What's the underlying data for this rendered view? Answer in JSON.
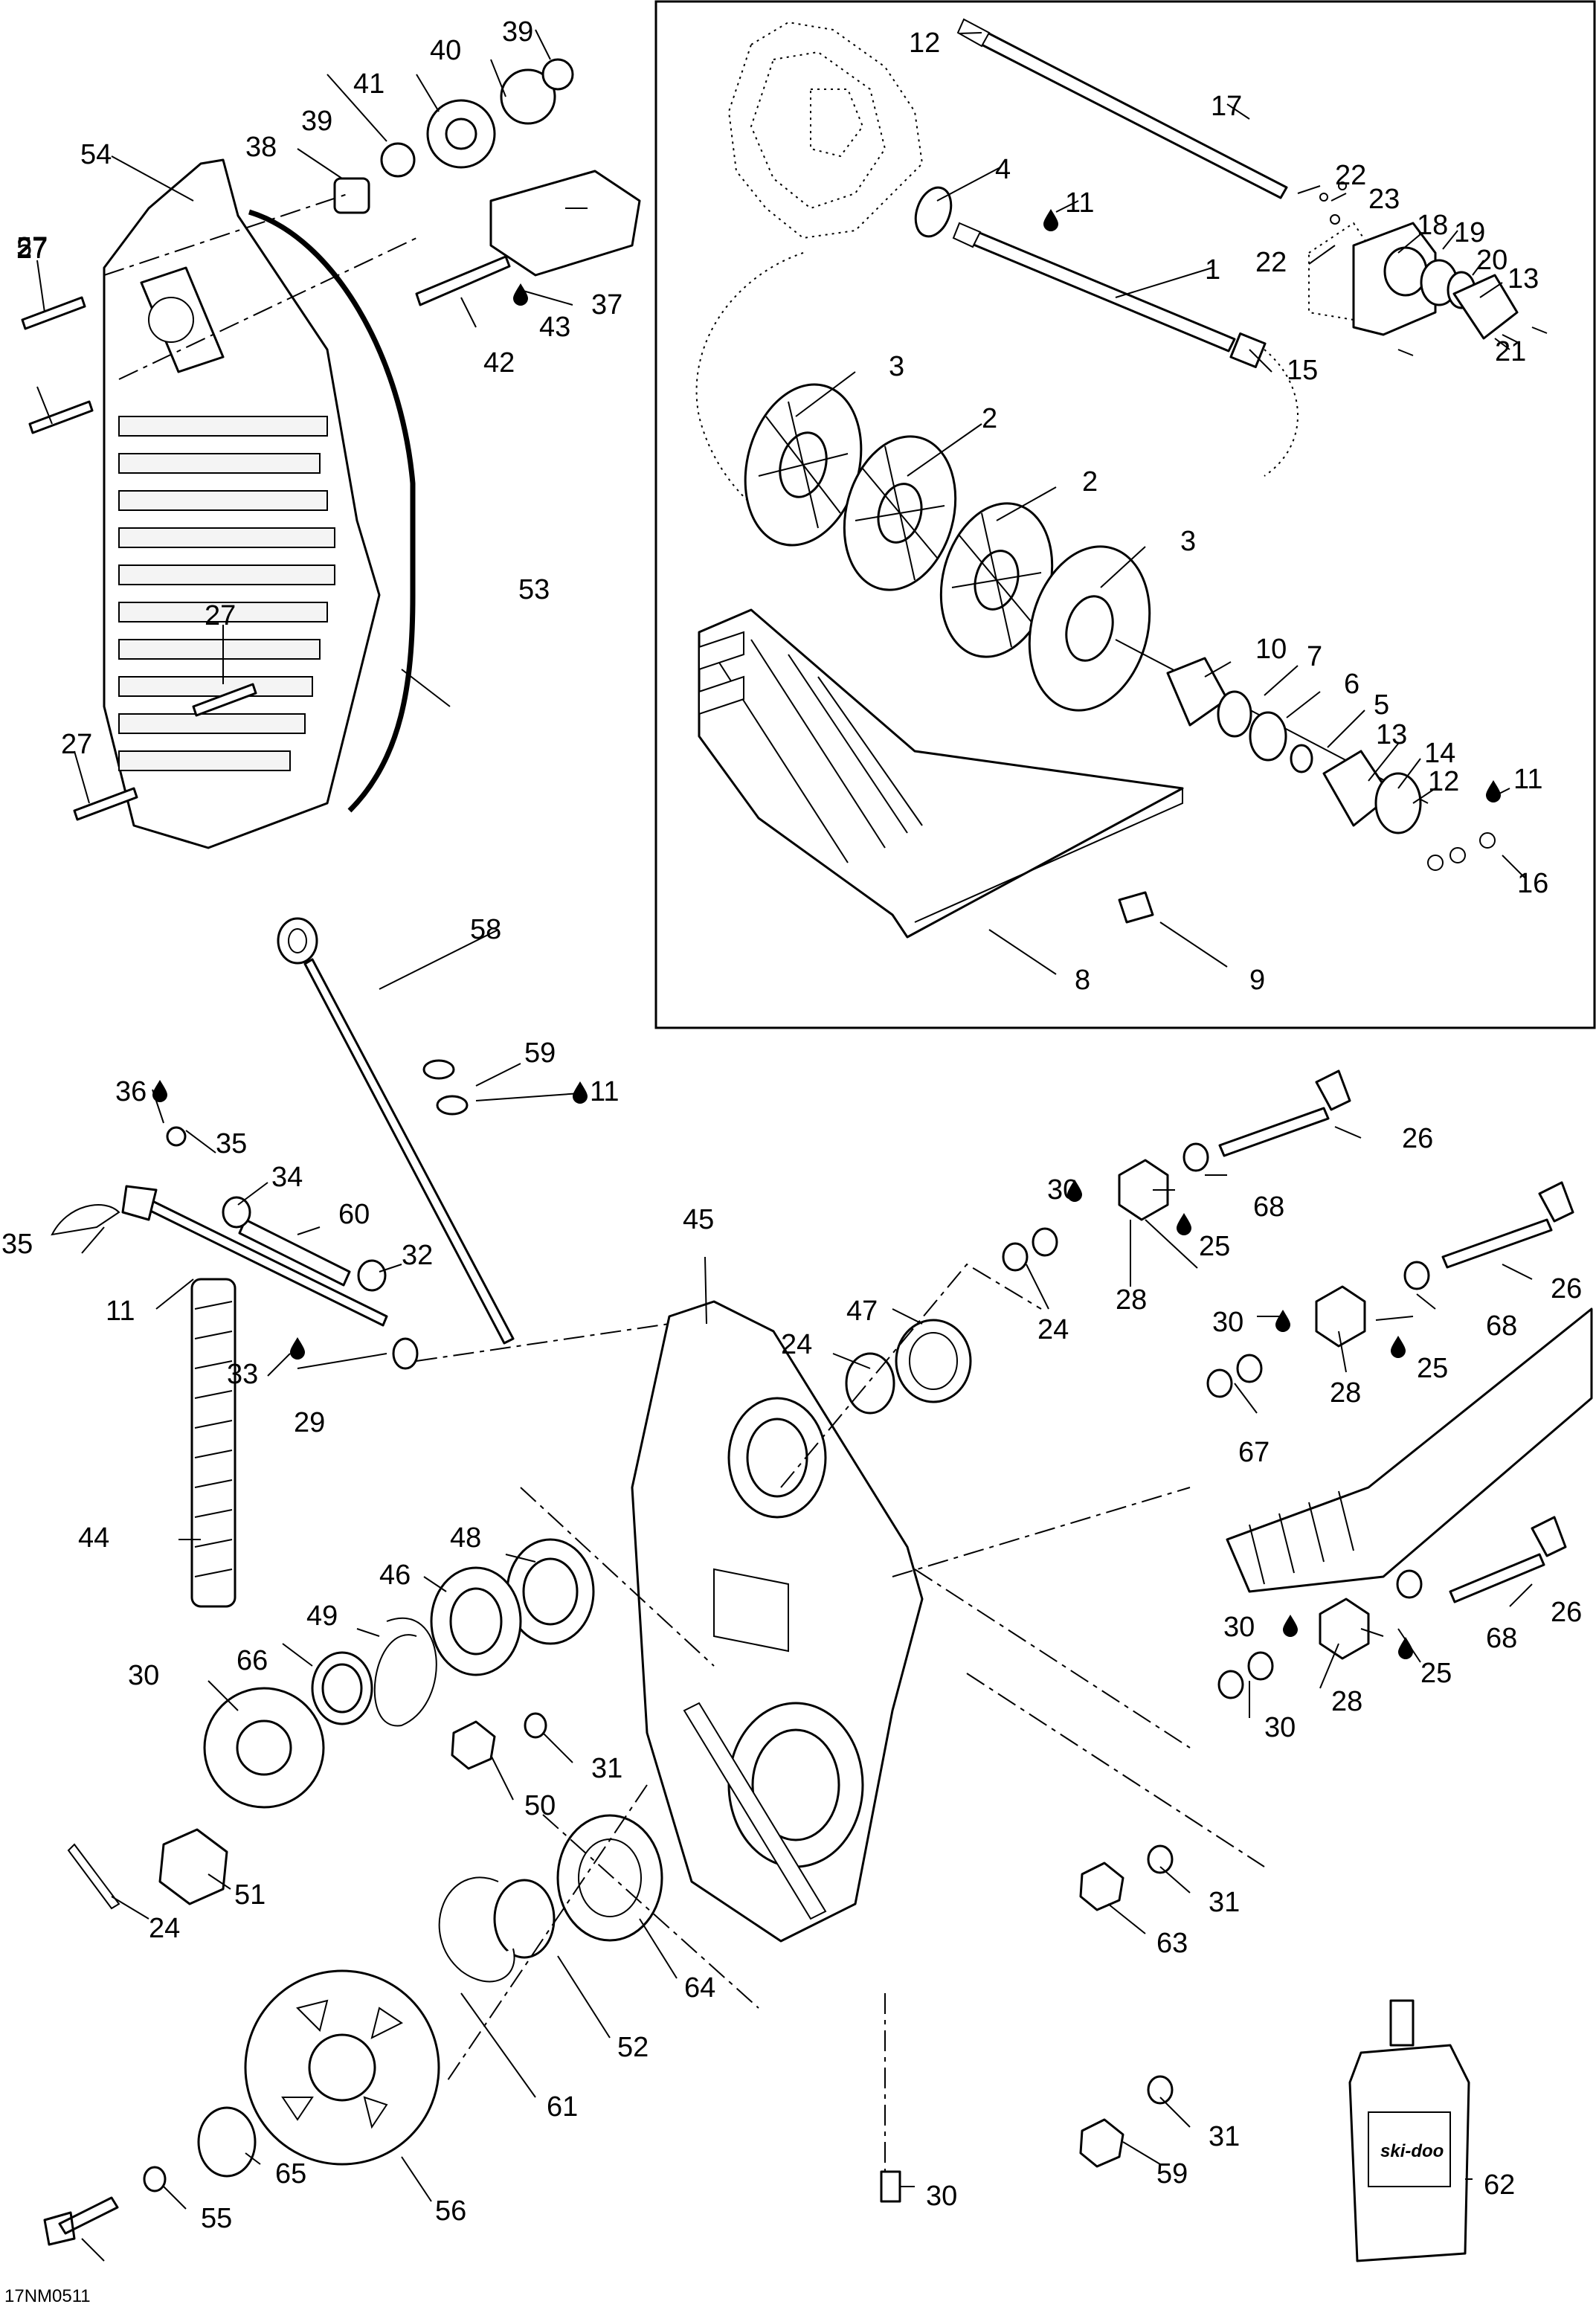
{
  "diagram_code": "17NM0511",
  "inset_box": true,
  "drop_icon": "oil-drop-icon",
  "bottle_label": "ski-doo",
  "callouts": [
    {
      "id": "c12a",
      "text": "12"
    },
    {
      "id": "c17",
      "text": "17"
    },
    {
      "id": "c4",
      "text": "4"
    },
    {
      "id": "c11a",
      "text": "11"
    },
    {
      "id": "c1",
      "text": "1"
    },
    {
      "id": "c22a",
      "text": "22"
    },
    {
      "id": "c23",
      "text": "23"
    },
    {
      "id": "c22b",
      "text": "22"
    },
    {
      "id": "c18",
      "text": "18"
    },
    {
      "id": "c19",
      "text": "19"
    },
    {
      "id": "c20",
      "text": "20"
    },
    {
      "id": "c13a",
      "text": "13"
    },
    {
      "id": "c21",
      "text": "21"
    },
    {
      "id": "c15",
      "text": "15"
    },
    {
      "id": "c3a",
      "text": "3"
    },
    {
      "id": "c2a",
      "text": "2"
    },
    {
      "id": "c2b",
      "text": "2"
    },
    {
      "id": "c3b",
      "text": "3"
    },
    {
      "id": "c10",
      "text": "10"
    },
    {
      "id": "c7",
      "text": "7"
    },
    {
      "id": "c6",
      "text": "6"
    },
    {
      "id": "c5",
      "text": "5"
    },
    {
      "id": "c13b",
      "text": "13"
    },
    {
      "id": "c14",
      "text": "14"
    },
    {
      "id": "c12b",
      "text": "12"
    },
    {
      "id": "c11b",
      "text": "11"
    },
    {
      "id": "c16",
      "text": "16"
    },
    {
      "id": "c8",
      "text": "8"
    },
    {
      "id": "c9",
      "text": "9"
    },
    {
      "id": "c39a",
      "text": "39"
    },
    {
      "id": "c40",
      "text": "40"
    },
    {
      "id": "c41",
      "text": "41"
    },
    {
      "id": "c39b",
      "text": "39"
    },
    {
      "id": "c38",
      "text": "38"
    },
    {
      "id": "c54",
      "text": "54"
    },
    {
      "id": "c27a",
      "text": "27"
    },
    {
      "id": "c37",
      "text": "37"
    },
    {
      "id": "c43",
      "text": "43"
    },
    {
      "id": "c42",
      "text": "42"
    },
    {
      "id": "c53",
      "text": "53"
    },
    {
      "id": "c27b",
      "text": "27"
    },
    {
      "id": "c27c",
      "text": "27"
    },
    {
      "id": "c27d",
      "text": "27"
    },
    {
      "id": "c57",
      "text": "57"
    },
    {
      "id": "c58",
      "text": "58"
    },
    {
      "id": "c59a",
      "text": "59"
    },
    {
      "id": "c11c",
      "text": "11"
    },
    {
      "id": "c36",
      "text": "36"
    },
    {
      "id": "c35a",
      "text": "35"
    },
    {
      "id": "c34",
      "text": "34"
    },
    {
      "id": "c60",
      "text": "60"
    },
    {
      "id": "c35b",
      "text": "35"
    },
    {
      "id": "c32",
      "text": "32"
    },
    {
      "id": "c11d",
      "text": "11"
    },
    {
      "id": "c33",
      "text": "33"
    },
    {
      "id": "c29",
      "text": "29"
    },
    {
      "id": "c45",
      "text": "45"
    },
    {
      "id": "c47",
      "text": "47"
    },
    {
      "id": "c24a",
      "text": "24"
    },
    {
      "id": "c26a",
      "text": "26"
    },
    {
      "id": "c30a",
      "text": "30"
    },
    {
      "id": "c68a",
      "text": "68"
    },
    {
      "id": "c25a",
      "text": "25"
    },
    {
      "id": "c28a",
      "text": "28"
    },
    {
      "id": "c24b",
      "text": "24"
    },
    {
      "id": "c26b",
      "text": "26"
    },
    {
      "id": "c30b",
      "text": "30"
    },
    {
      "id": "c68b",
      "text": "68"
    },
    {
      "id": "c25b",
      "text": "25"
    },
    {
      "id": "c28b",
      "text": "28"
    },
    {
      "id": "c67",
      "text": "67"
    },
    {
      "id": "c44",
      "text": "44"
    },
    {
      "id": "c48",
      "text": "48"
    },
    {
      "id": "c46",
      "text": "46"
    },
    {
      "id": "c49",
      "text": "49"
    },
    {
      "id": "c66",
      "text": "66"
    },
    {
      "id": "c30c",
      "text": "30"
    },
    {
      "id": "c31a",
      "text": "31"
    },
    {
      "id": "c50",
      "text": "50"
    },
    {
      "id": "c51",
      "text": "51"
    },
    {
      "id": "c24c",
      "text": "24"
    },
    {
      "id": "c26c",
      "text": "26"
    },
    {
      "id": "c30d",
      "text": "30"
    },
    {
      "id": "c68c",
      "text": "68"
    },
    {
      "id": "c25c",
      "text": "25"
    },
    {
      "id": "c28c",
      "text": "28"
    },
    {
      "id": "c30e",
      "text": "30"
    },
    {
      "id": "c31b",
      "text": "31"
    },
    {
      "id": "c63",
      "text": "63"
    },
    {
      "id": "c64",
      "text": "64"
    },
    {
      "id": "c52",
      "text": "52"
    },
    {
      "id": "c61",
      "text": "61"
    },
    {
      "id": "c30f",
      "text": "30"
    },
    {
      "id": "c31c",
      "text": "31"
    },
    {
      "id": "c59b",
      "text": "59"
    },
    {
      "id": "c62",
      "text": "62"
    },
    {
      "id": "c65",
      "text": "65"
    },
    {
      "id": "c56",
      "text": "56"
    },
    {
      "id": "c55",
      "text": "55"
    }
  ]
}
